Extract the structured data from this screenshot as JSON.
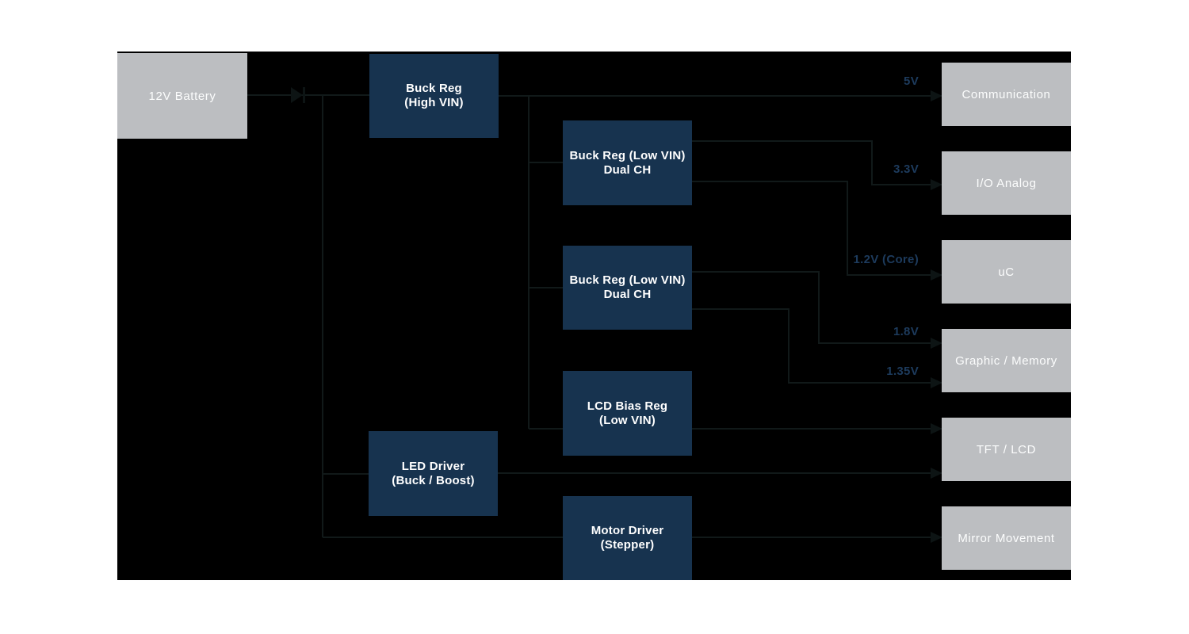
{
  "diagram": {
    "source": {
      "label": "12V Battery"
    },
    "regulators": {
      "buck_high": {
        "line1": "Buck Reg",
        "line2": "(High VIN)"
      },
      "buck_low_1": {
        "line1": "Buck Reg (Low VIN)",
        "line2": "Dual CH"
      },
      "buck_low_2": {
        "line1": "Buck Reg (Low VIN)",
        "line2": "Dual CH"
      },
      "lcd_bias": {
        "line1": "LCD Bias Reg",
        "line2": "(Low VIN)"
      },
      "led_driver": {
        "line1": "LED Driver",
        "line2": "(Buck / Boost)"
      },
      "motor_driver": {
        "line1": "Motor Driver",
        "line2": "(Stepper)"
      }
    },
    "loads": [
      {
        "label": "Communication"
      },
      {
        "label": "I/O Analog"
      },
      {
        "label": "uC"
      },
      {
        "label": "Graphic / Memory"
      },
      {
        "label": "TFT / LCD"
      },
      {
        "label": "Mirror Movement"
      }
    ],
    "rails": {
      "v5": "5V",
      "v33": "3.3V",
      "v12": "1.2V (Core)",
      "v18": "1.8V",
      "v135": "1.35V"
    },
    "connections": [
      {
        "from": "12V Battery",
        "via": "diode",
        "to": "Buck Reg (High VIN)",
        "rail": "12V"
      },
      {
        "from": "12V Battery",
        "to": "LED Driver (Buck / Boost)",
        "rail": "12V"
      },
      {
        "from": "12V Battery",
        "to": "Motor Driver (Stepper)",
        "rail": "12V"
      },
      {
        "from": "Buck Reg (High VIN)",
        "to": "Communication",
        "rail": "5V"
      },
      {
        "from": "Buck Reg (High VIN)",
        "to": "Buck Reg (Low VIN) Dual CH 1",
        "rail": "5V"
      },
      {
        "from": "Buck Reg (High VIN)",
        "to": "Buck Reg (Low VIN) Dual CH 2",
        "rail": "5V"
      },
      {
        "from": "Buck Reg (High VIN)",
        "to": "LCD Bias Reg (Low VIN)",
        "rail": "5V"
      },
      {
        "from": "Buck Reg (Low VIN) Dual CH 1",
        "to": "I/O Analog",
        "rail": "3.3V"
      },
      {
        "from": "Buck Reg (Low VIN) Dual CH 1",
        "to": "uC",
        "rail": "1.2V (Core)"
      },
      {
        "from": "Buck Reg (Low VIN) Dual CH 2",
        "to": "Graphic / Memory",
        "rail": "1.8V"
      },
      {
        "from": "Buck Reg (Low VIN) Dual CH 2",
        "to": "Graphic / Memory",
        "rail": "1.35V"
      },
      {
        "from": "LCD Bias Reg (Low VIN)",
        "to": "TFT / LCD"
      },
      {
        "from": "LED Driver (Buck / Boost)",
        "to": "TFT / LCD"
      },
      {
        "from": "Motor Driver (Stepper)",
        "to": "Mirror Movement"
      }
    ],
    "colors": {
      "canvas_background": "#000000",
      "regulator_box": "#17334f",
      "source_load_box": "#bcbec1",
      "rail_label_text": "#1d3b5d",
      "wire": "#111919",
      "box_text": "#ffffff"
    }
  }
}
